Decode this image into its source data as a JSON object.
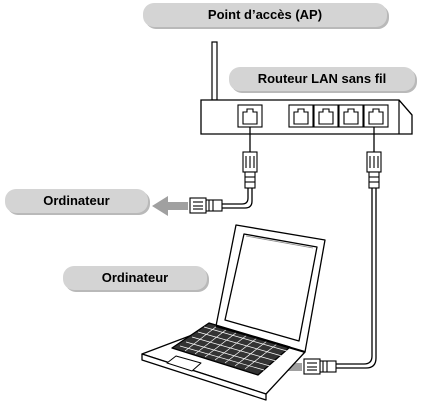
{
  "labels": {
    "access_point": "Point d’accès (AP)",
    "router": "Routeur LAN sans fil",
    "computer_desktop": "Ordinateur",
    "computer_laptop": "Ordinateur"
  },
  "colors": {
    "label_fill": "#d4d4d4",
    "arrow": "#a0a0a0",
    "line": "#000000"
  }
}
